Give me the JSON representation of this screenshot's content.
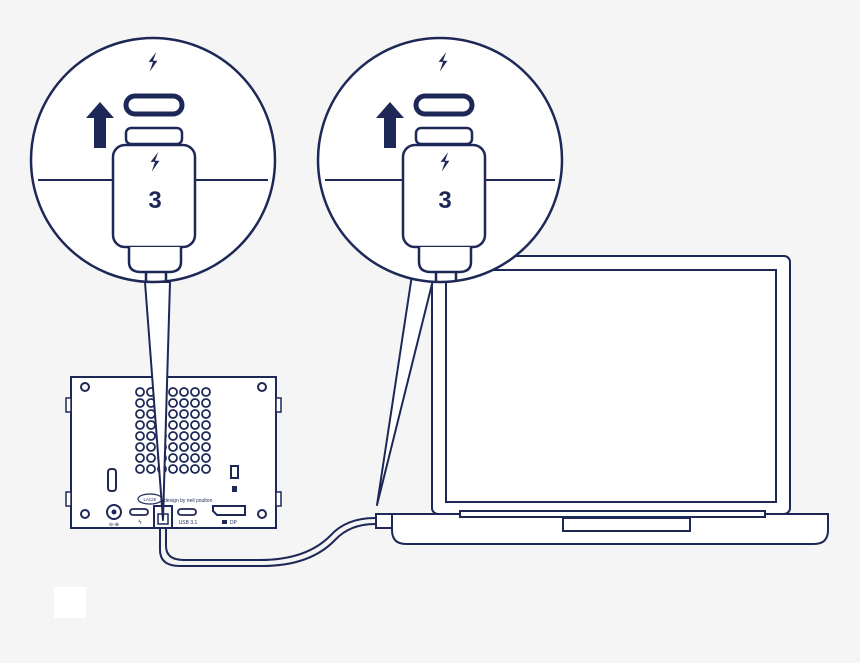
{
  "colors": {
    "line": "#1e2857",
    "background": "#f5f5f5",
    "fill": "#ffffff",
    "arrow": "#1e2857"
  },
  "icons": {
    "port_symbol": "thunderbolt-icon",
    "cable_symbol": "thunderbolt-icon",
    "direction": "arrow-up-icon"
  },
  "callouts": [
    {
      "id": "drive-port",
      "cable_number": "3"
    },
    {
      "id": "laptop-port",
      "cable_number": "3"
    }
  ],
  "drive": {
    "brand": "LACIE",
    "design_credit": "design by neil poulton",
    "port_labels": {
      "thunderbolt": "ϟ",
      "usb": "USB 3.1",
      "displayport": "DP",
      "power": "⊖◦⊕"
    }
  }
}
